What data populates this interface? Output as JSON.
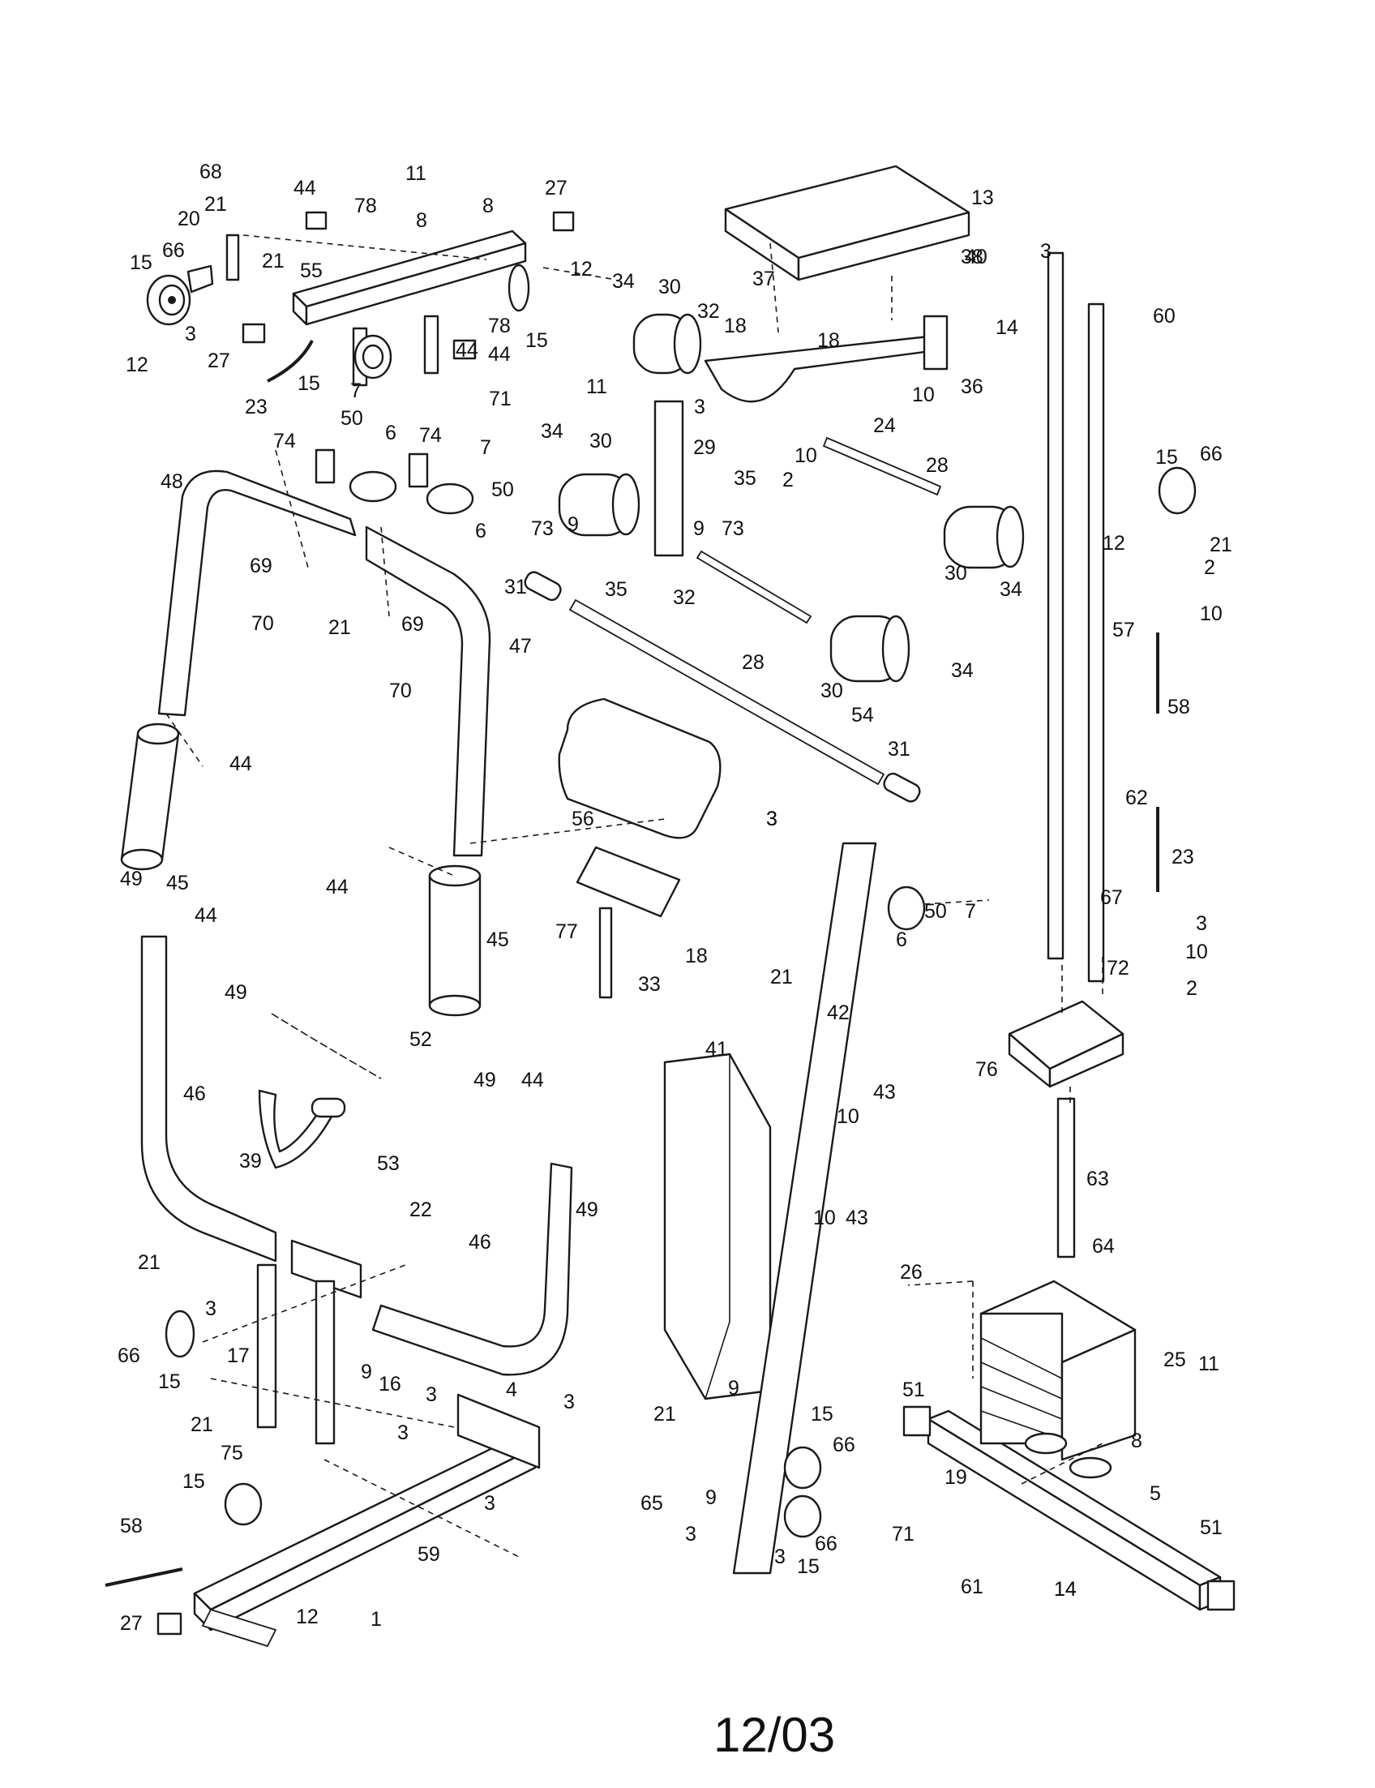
{
  "page_number": "12/03",
  "labels": [
    "68",
    "44",
    "11",
    "27",
    "78",
    "21",
    "20",
    "8",
    "8",
    "66",
    "15",
    "55",
    "21",
    "12",
    "34",
    "30",
    "13",
    "37",
    "38",
    "40",
    "3",
    "60",
    "14",
    "32",
    "18",
    "18",
    "36",
    "27",
    "3",
    "44",
    "15",
    "78",
    "44",
    "23",
    "12",
    "15",
    "7",
    "71",
    "11",
    "3",
    "24",
    "10",
    "74",
    "50",
    "6",
    "74",
    "7",
    "50",
    "6",
    "34",
    "30",
    "29",
    "35",
    "28",
    "15",
    "66",
    "48",
    "10",
    "2",
    "69",
    "9",
    "73",
    "73",
    "9",
    "30",
    "21",
    "12",
    "2",
    "57",
    "10",
    "70",
    "21",
    "69",
    "35",
    "34",
    "32",
    "31",
    "28",
    "30",
    "70",
    "47",
    "58",
    "34",
    "45",
    "44",
    "54",
    "31",
    "62",
    "56",
    "3",
    "3",
    "23",
    "45",
    "44",
    "77",
    "6",
    "50",
    "7",
    "67",
    "3",
    "21",
    "49",
    "44",
    "18",
    "33",
    "72",
    "10",
    "2",
    "49",
    "52",
    "42",
    "46",
    "41",
    "43",
    "76",
    "10",
    "49",
    "44",
    "39",
    "53",
    "49",
    "63",
    "22",
    "46",
    "10",
    "43",
    "64",
    "21",
    "3",
    "26",
    "66",
    "15",
    "17",
    "9",
    "25",
    "16",
    "3",
    "4",
    "3",
    "51",
    "21",
    "9",
    "15",
    "11",
    "3",
    "75",
    "21",
    "66",
    "8",
    "19",
    "15",
    "3",
    "65",
    "9",
    "5",
    "58",
    "71",
    "3",
    "3",
    "66",
    "51",
    "15",
    "61",
    "14",
    "59",
    "12",
    "27",
    "1",
    "14"
  ]
}
